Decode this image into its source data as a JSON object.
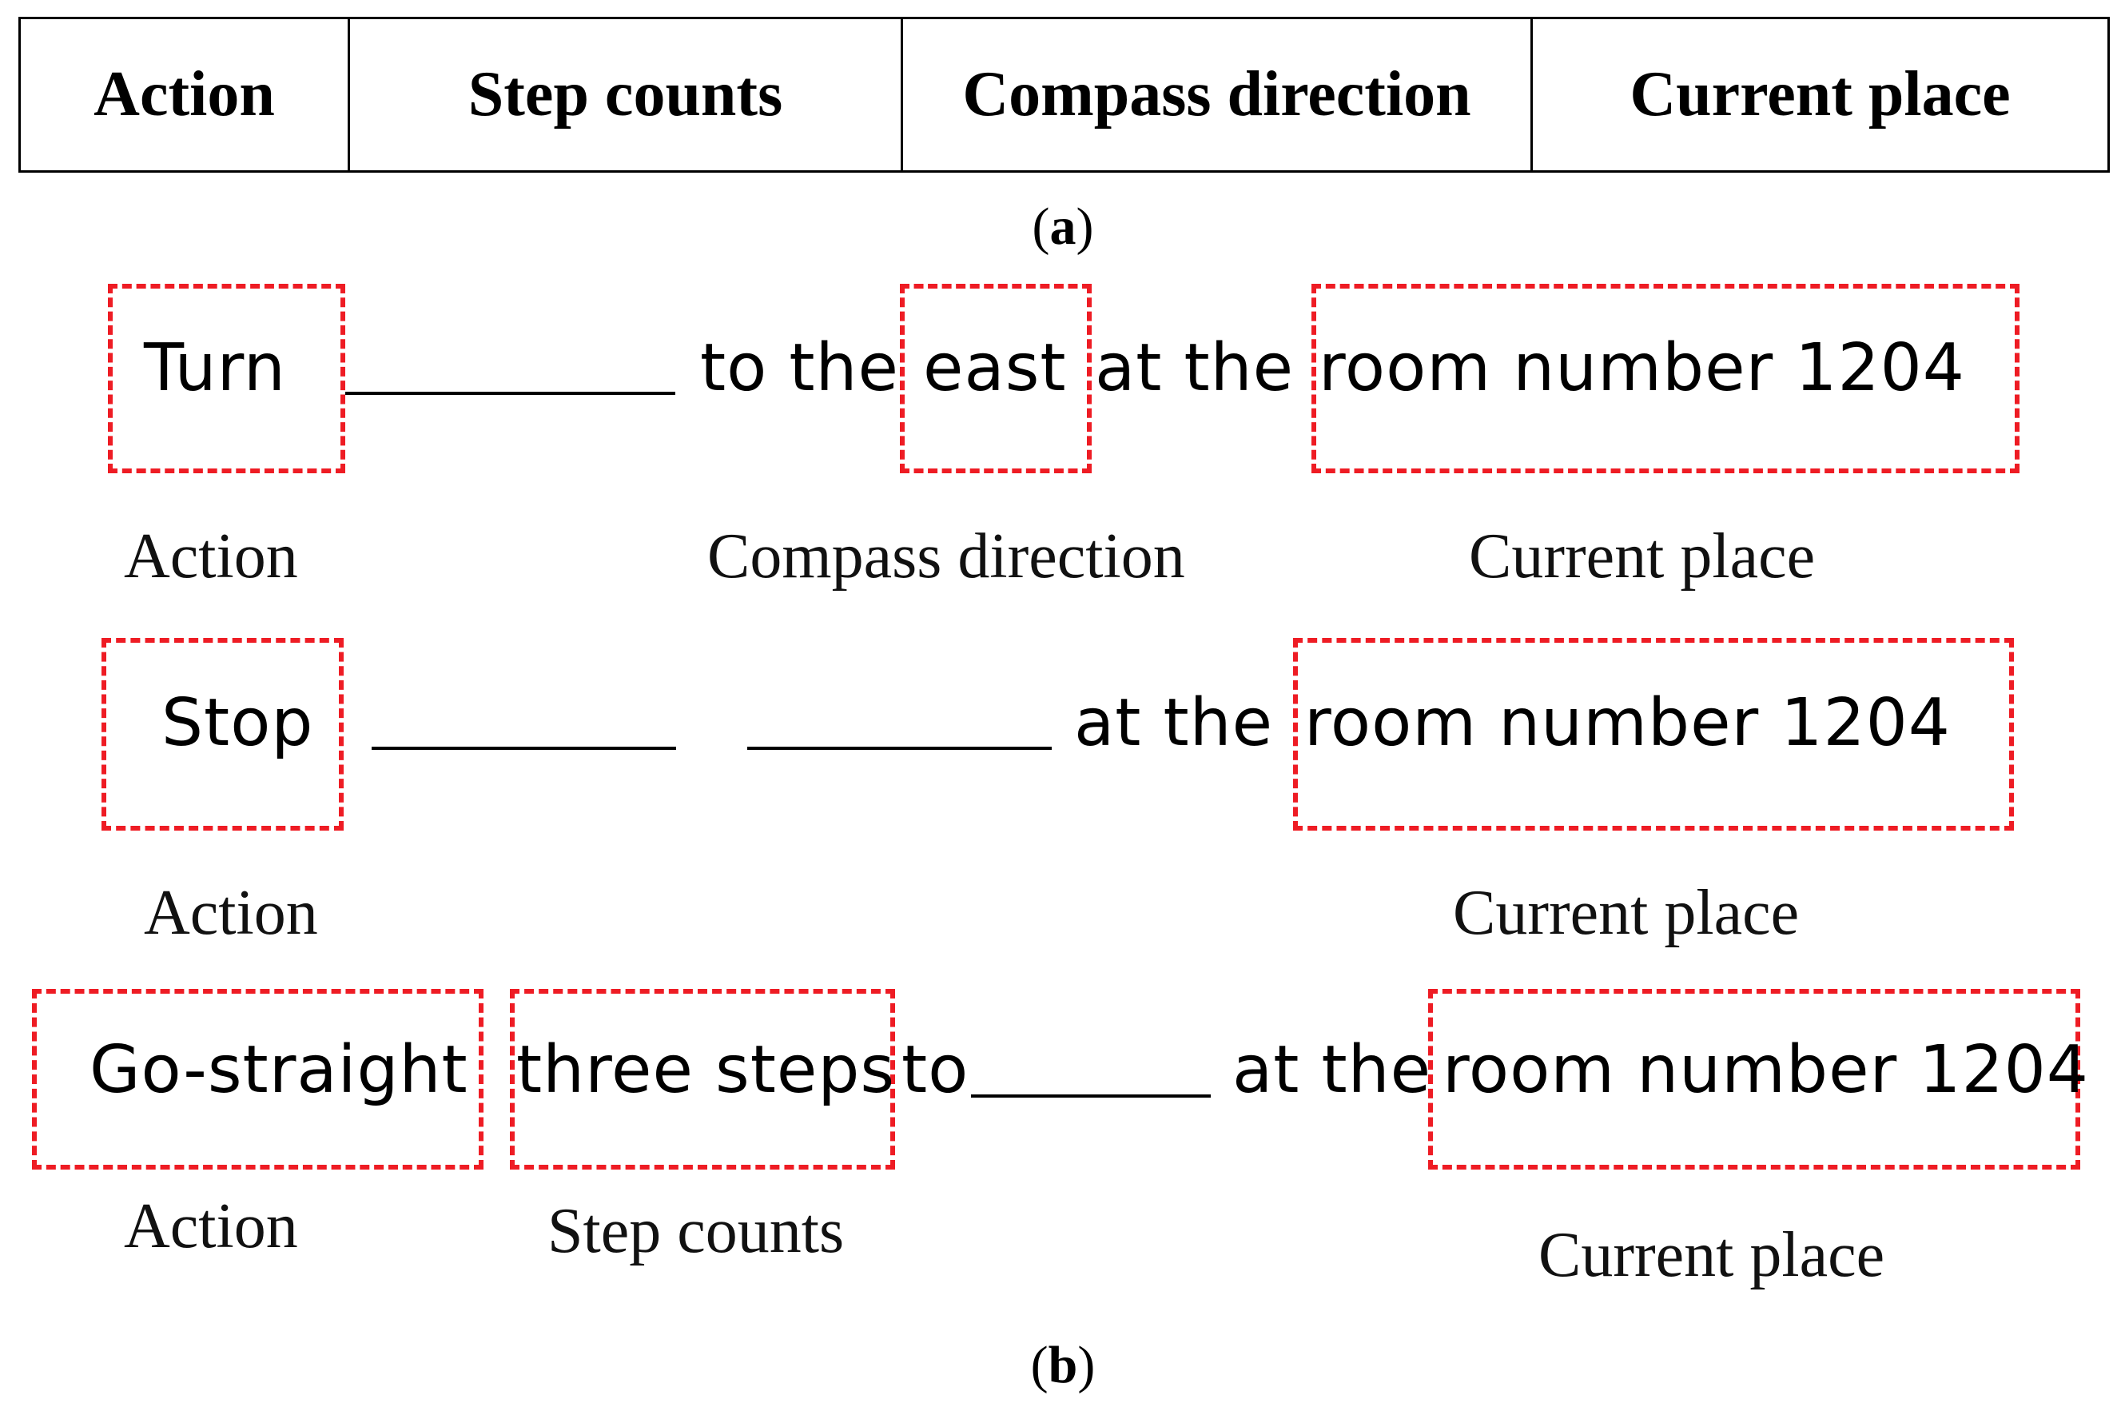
{
  "table_a": {
    "headers": [
      "Action",
      "Step counts",
      "Compass direction",
      "Current place"
    ]
  },
  "caption_a": "a",
  "caption_b": "b",
  "rows": [
    {
      "action": "Turn",
      "connector_1": "to the",
      "direction": "east",
      "connector_2": "at the",
      "place": "room number 1204",
      "labels": {
        "action": "Action",
        "direction": "Compass direction",
        "place": "Current place"
      }
    },
    {
      "action": "Stop",
      "connector_2": "at the",
      "place": "room number 1204",
      "labels": {
        "action": "Action",
        "place": "Current place"
      }
    },
    {
      "action": "Go-straight",
      "steps": "three steps",
      "connector_1": "to",
      "connector_2": "at the",
      "place": "room number 1204",
      "labels": {
        "action": "Action",
        "steps": "Step counts",
        "place": "Current place"
      }
    }
  ],
  "colors": {
    "box_border": "#ee1c24",
    "text": "#000000"
  }
}
